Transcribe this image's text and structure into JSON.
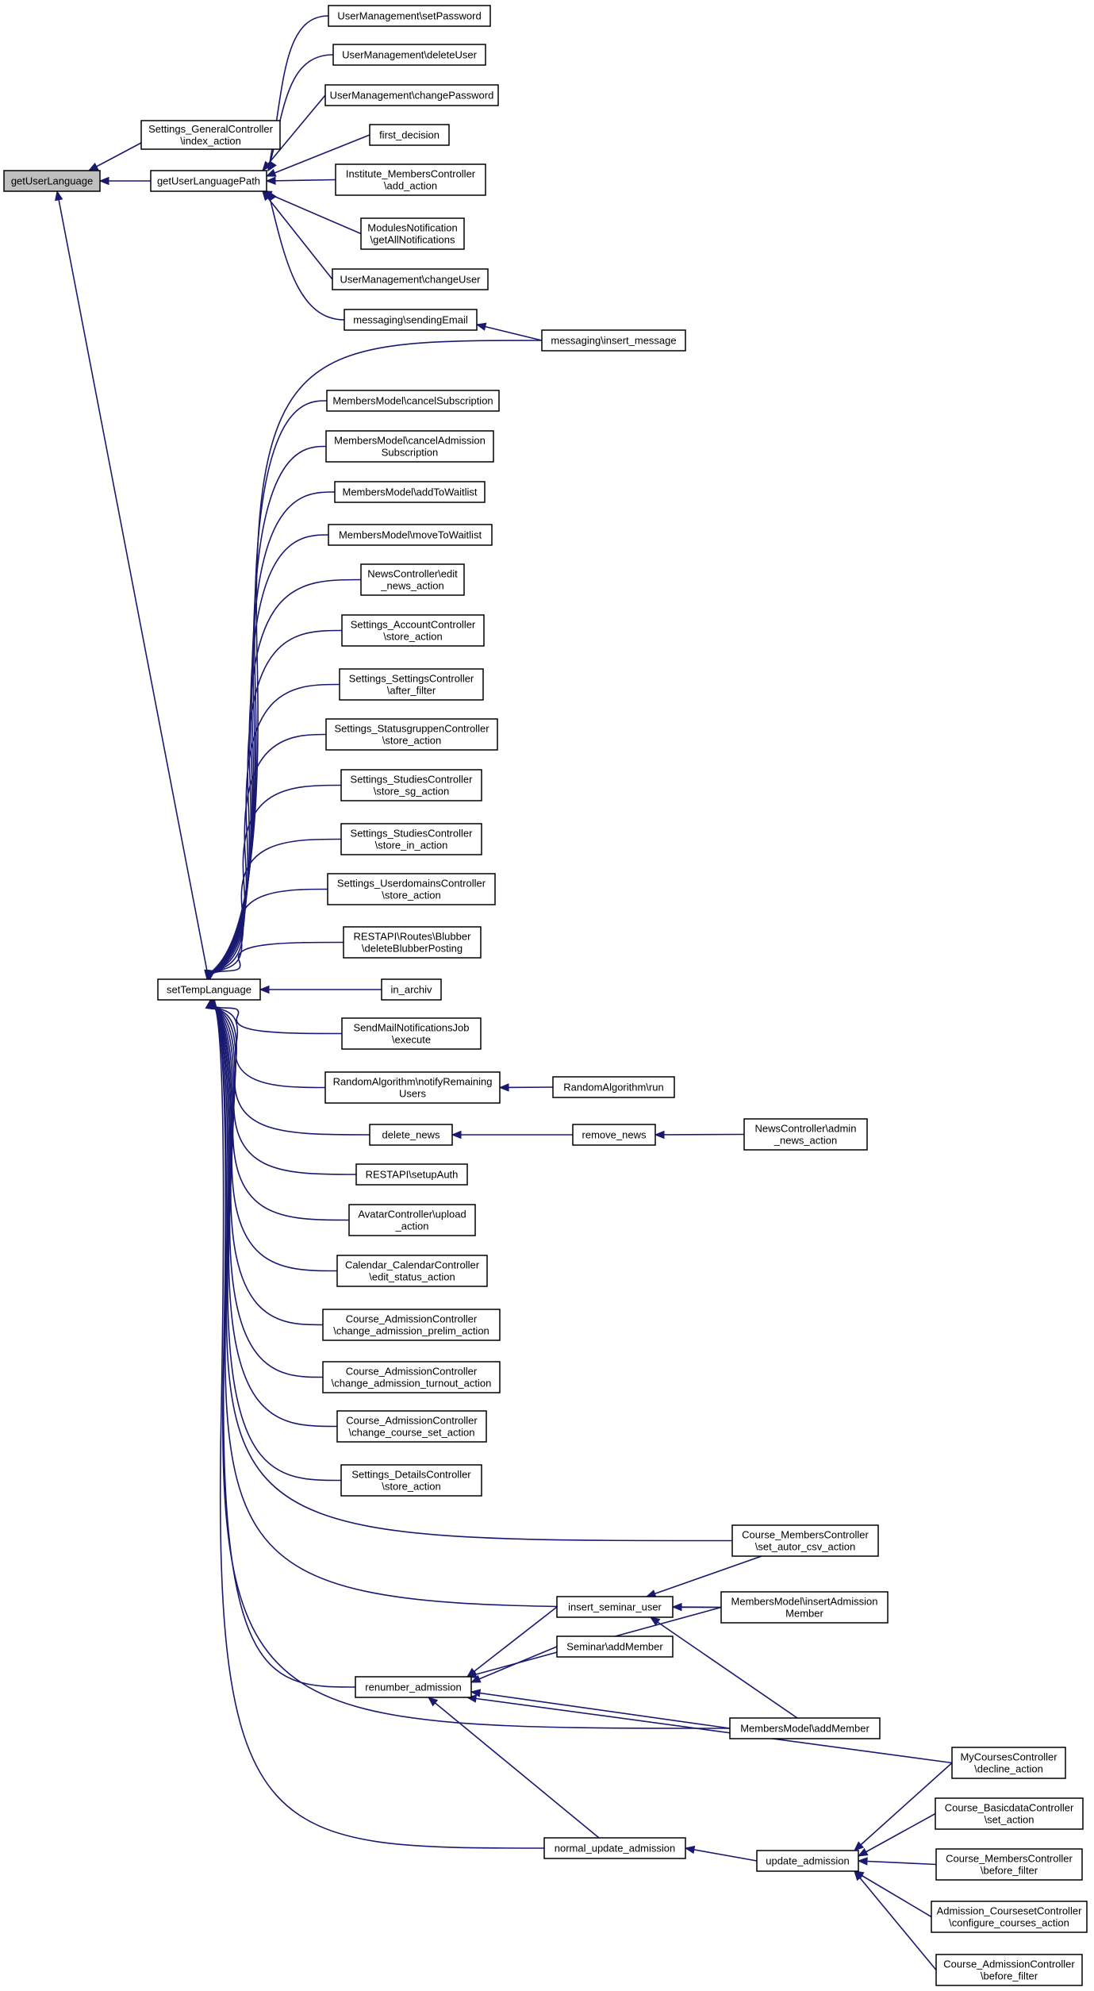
{
  "diagram": {
    "type": "call-graph",
    "root": "getUserLanguage",
    "colors": {
      "edge": "#191970",
      "node_fill": "#ffffff",
      "root_fill": "#bfbfbf",
      "border": "#000000"
    },
    "nodes": [
      {
        "id": "getUserLanguage",
        "lines": [
          "getUserLanguage"
        ]
      },
      {
        "id": "settings_general",
        "lines": [
          "Settings_GeneralController",
          "\\index_action"
        ]
      },
      {
        "id": "getUserLanguagePath",
        "lines": [
          "getUserLanguagePath"
        ]
      },
      {
        "id": "um_setPassword",
        "lines": [
          "UserManagement\\setPassword"
        ]
      },
      {
        "id": "um_deleteUser",
        "lines": [
          "UserManagement\\deleteUser"
        ]
      },
      {
        "id": "um_changePassword",
        "lines": [
          "UserManagement\\changePassword"
        ]
      },
      {
        "id": "first_decision",
        "lines": [
          "first_decision"
        ]
      },
      {
        "id": "institute_members",
        "lines": [
          "Institute_MembersController",
          "\\add_action"
        ]
      },
      {
        "id": "modules_notification",
        "lines": [
          "ModulesNotification",
          "\\getAllNotifications"
        ]
      },
      {
        "id": "um_changeUser",
        "lines": [
          "UserManagement\\changeUser"
        ]
      },
      {
        "id": "messaging_sendingEmail",
        "lines": [
          "messaging\\sendingEmail"
        ]
      },
      {
        "id": "messaging_insert",
        "lines": [
          "messaging\\insert_message"
        ]
      },
      {
        "id": "mm_cancelSubscription",
        "lines": [
          "MembersModel\\cancelSubscription"
        ]
      },
      {
        "id": "mm_cancelAdmission",
        "lines": [
          "MembersModel\\cancelAdmission",
          "Subscription"
        ]
      },
      {
        "id": "mm_addToWaitlist",
        "lines": [
          "MembersModel\\addToWaitlist"
        ]
      },
      {
        "id": "mm_moveToWaitlist",
        "lines": [
          "MembersModel\\moveToWaitlist"
        ]
      },
      {
        "id": "news_edit",
        "lines": [
          "NewsController\\edit",
          "_news_action"
        ]
      },
      {
        "id": "settings_account",
        "lines": [
          "Settings_AccountController",
          "\\store_action"
        ]
      },
      {
        "id": "settings_settings",
        "lines": [
          "Settings_SettingsController",
          "\\after_filter"
        ]
      },
      {
        "id": "settings_statusgruppen",
        "lines": [
          "Settings_StatusgruppenController",
          "\\store_action"
        ]
      },
      {
        "id": "settings_studies_sg",
        "lines": [
          "Settings_StudiesController",
          "\\store_sg_action"
        ]
      },
      {
        "id": "settings_studies_in",
        "lines": [
          "Settings_StudiesController",
          "\\store_in_action"
        ]
      },
      {
        "id": "settings_userdomains",
        "lines": [
          "Settings_UserdomainsController",
          "\\store_action"
        ]
      },
      {
        "id": "restapi_blubber",
        "lines": [
          "RESTAPI\\Routes\\Blubber",
          "\\deleteBlubberPosting"
        ]
      },
      {
        "id": "setTempLanguage",
        "lines": [
          "setTempLanguage"
        ]
      },
      {
        "id": "in_archiv",
        "lines": [
          "in_archiv"
        ]
      },
      {
        "id": "sendmail_job",
        "lines": [
          "SendMailNotificationsJob",
          "\\execute"
        ]
      },
      {
        "id": "random_notify",
        "lines": [
          "RandomAlgorithm\\notifyRemaining",
          "Users"
        ]
      },
      {
        "id": "random_run",
        "lines": [
          "RandomAlgorithm\\run"
        ]
      },
      {
        "id": "delete_news",
        "lines": [
          "delete_news"
        ]
      },
      {
        "id": "remove_news",
        "lines": [
          "remove_news"
        ]
      },
      {
        "id": "news_admin",
        "lines": [
          "NewsController\\admin",
          "_news_action"
        ]
      },
      {
        "id": "restapi_setupauth",
        "lines": [
          "RESTAPI\\setupAuth"
        ]
      },
      {
        "id": "avatar_upload",
        "lines": [
          "AvatarController\\upload",
          "_action"
        ]
      },
      {
        "id": "calendar_edit",
        "lines": [
          "Calendar_CalendarController",
          "\\edit_status_action"
        ]
      },
      {
        "id": "ca_prelim",
        "lines": [
          "Course_AdmissionController",
          "\\change_admission_prelim_action"
        ]
      },
      {
        "id": "ca_turnout",
        "lines": [
          "Course_AdmissionController",
          "\\change_admission_turnout_action"
        ]
      },
      {
        "id": "ca_courseset",
        "lines": [
          "Course_AdmissionController",
          "\\change_course_set_action"
        ]
      },
      {
        "id": "settings_details",
        "lines": [
          "Settings_DetailsController",
          "\\store_action"
        ]
      },
      {
        "id": "cm_autor_csv",
        "lines": [
          "Course_MembersController",
          "\\set_autor_csv_action"
        ]
      },
      {
        "id": "insert_seminar_user",
        "lines": [
          "insert_seminar_user"
        ]
      },
      {
        "id": "mm_insertAdmission",
        "lines": [
          "MembersModel\\insertAdmission",
          "Member"
        ]
      },
      {
        "id": "seminar_addMember",
        "lines": [
          "Seminar\\addMember"
        ]
      },
      {
        "id": "renumber_admission",
        "lines": [
          "renumber_admission"
        ]
      },
      {
        "id": "mm_addMember",
        "lines": [
          "MembersModel\\addMember"
        ]
      },
      {
        "id": "mycourses_decline",
        "lines": [
          "MyCoursesController",
          "\\decline_action"
        ]
      },
      {
        "id": "cb_set",
        "lines": [
          "Course_BasicdataController",
          "\\set_action"
        ]
      },
      {
        "id": "normal_update",
        "lines": [
          "normal_update_admission"
        ]
      },
      {
        "id": "update_admission",
        "lines": [
          "update_admission"
        ]
      },
      {
        "id": "cm_before",
        "lines": [
          "Course_MembersController",
          "\\before_filter"
        ]
      },
      {
        "id": "admission_courseset",
        "lines": [
          "Admission_CoursesetController",
          "\\configure_courses_action"
        ]
      },
      {
        "id": "ca_before",
        "lines": [
          "Course_AdmissionController",
          "\\before_filter"
        ]
      }
    ]
  }
}
